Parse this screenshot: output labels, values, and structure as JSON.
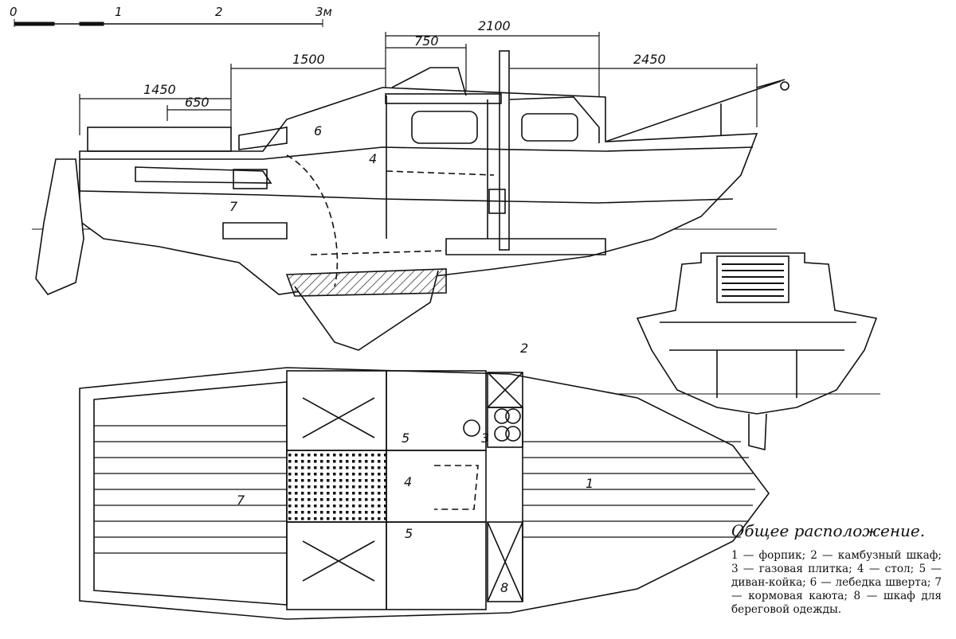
{
  "scale_bar": {
    "ticks": [
      "0",
      "1",
      "2",
      "3м"
    ]
  },
  "dimensions": {
    "d1450": "1450",
    "d650": "650",
    "d1500": "1500",
    "d750": "750",
    "d2100": "2100",
    "d2450": "2450"
  },
  "callouts": {
    "n1": "1",
    "n2": "2",
    "n3": "3",
    "n4": "4",
    "n4b": "4",
    "n5a": "5",
    "n5b": "5",
    "n6": "6",
    "n7": "7",
    "n7b": "7",
    "n8": "8"
  },
  "caption": {
    "title": "Общее расположение.",
    "legend": "1 — форпик; 2 — камбузный шкаф; 3 — газовая плитка; 4 — стол; 5 — диван-койка; 6 — лебедка шверта; 7 — кормовая каюта; 8 — шкаф для береговой одежды."
  }
}
